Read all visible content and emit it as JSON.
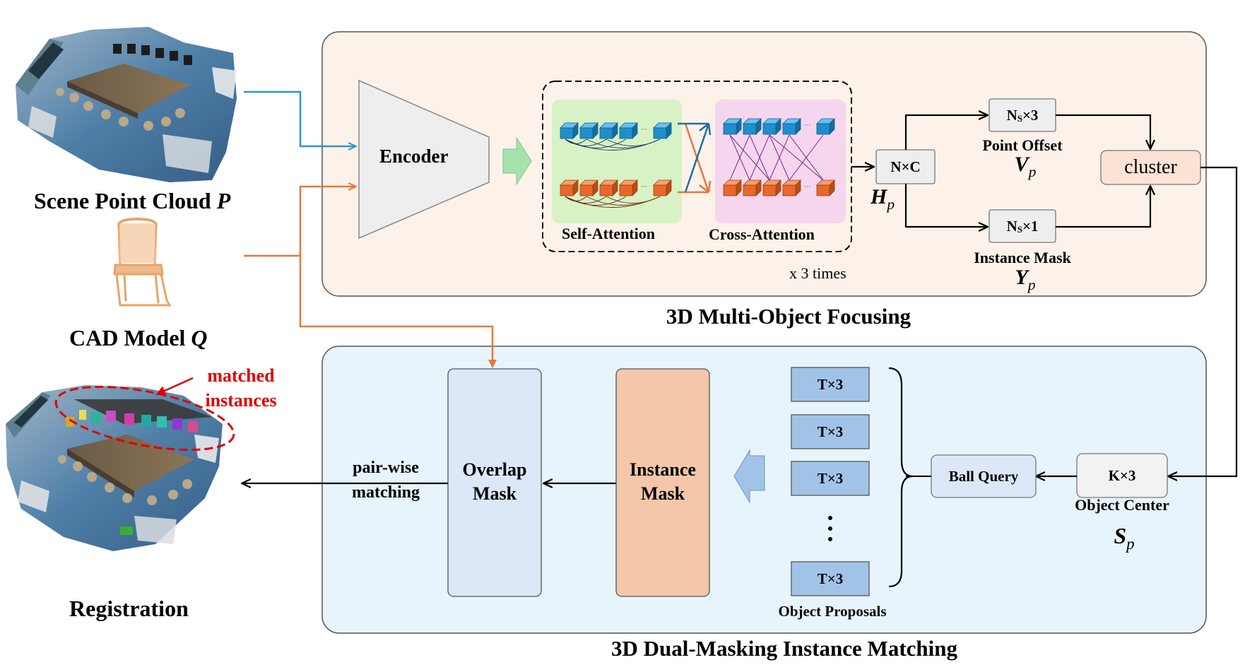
{
  "inputs": {
    "scene_label": "Scene Point Cloud",
    "scene_symbol": "P",
    "cad_label": "CAD Model",
    "cad_symbol": "Q",
    "registration_label": "Registration",
    "matched_label_line1": "matched",
    "matched_label_line2": "instances"
  },
  "focusing": {
    "title": "3D Multi-Object Focusing",
    "encoder": "Encoder",
    "self_attention": "Self-Attention",
    "cross_attention": "Cross-Attention",
    "repeat": "x 3 times",
    "nc_box": "N×C",
    "hp_symbol": "H",
    "hp_sub": "p",
    "offset_box_main": "N",
    "offset_box_sub": "S",
    "offset_box_tail": "×3",
    "point_offset": "Point Offset",
    "vp_symbol": "V",
    "vp_sub": "p",
    "mask_box_main": "N",
    "mask_box_sub": "S",
    "mask_box_tail": "×1",
    "instance_mask": "Instance Mask",
    "yp_symbol": "Y",
    "yp_sub": "p",
    "cluster": "cluster"
  },
  "matching": {
    "title": "3D Dual-Masking Instance Matching",
    "overlap_line1": "Overlap",
    "overlap_line2": "Mask",
    "instance_line1": "Instance",
    "instance_line2": "Mask",
    "pairwise_line1": "pair-wise",
    "pairwise_line2": "matching",
    "proposals": [
      "T×3",
      "T×3",
      "T×3",
      "T×3"
    ],
    "proposals_label": "Object Proposals",
    "ball_query": "Ball Query",
    "k3_box": "K×3",
    "object_center": "Object Center",
    "sp_symbol": "S",
    "sp_sub": "p"
  },
  "colors": {
    "blue_arrow": "#2e95c9",
    "orange_arrow": "#e8763a",
    "top_panel_bg": "#fdf2ea",
    "bottom_panel_bg": "#e8f4fb",
    "matched_red": "#e00000"
  }
}
